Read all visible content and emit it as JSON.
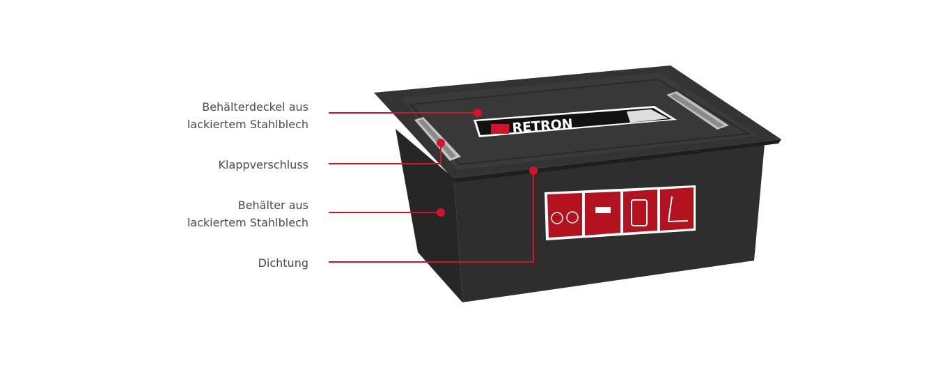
{
  "labels": [
    {
      "lines": [
        "Behälterdeckel aus",
        "lackiertem Stahlblech"
      ]
    },
    {
      "lines": [
        "Klappverschluss"
      ]
    },
    {
      "lines": [
        "Behälter aus",
        "lackiertem Stahlblech"
      ]
    },
    {
      "lines": [
        "Dichtung"
      ]
    }
  ],
  "product": {
    "brand": "RETRON"
  },
  "colors": {
    "accent": "#d0152b",
    "box": "#2b2b2b",
    "text": "#4a4a4a"
  },
  "sticker_icons": [
    "bicycle-battery-icon",
    "drill-battery-icon",
    "phone-battery-icon",
    "scooter-battery-icon"
  ]
}
